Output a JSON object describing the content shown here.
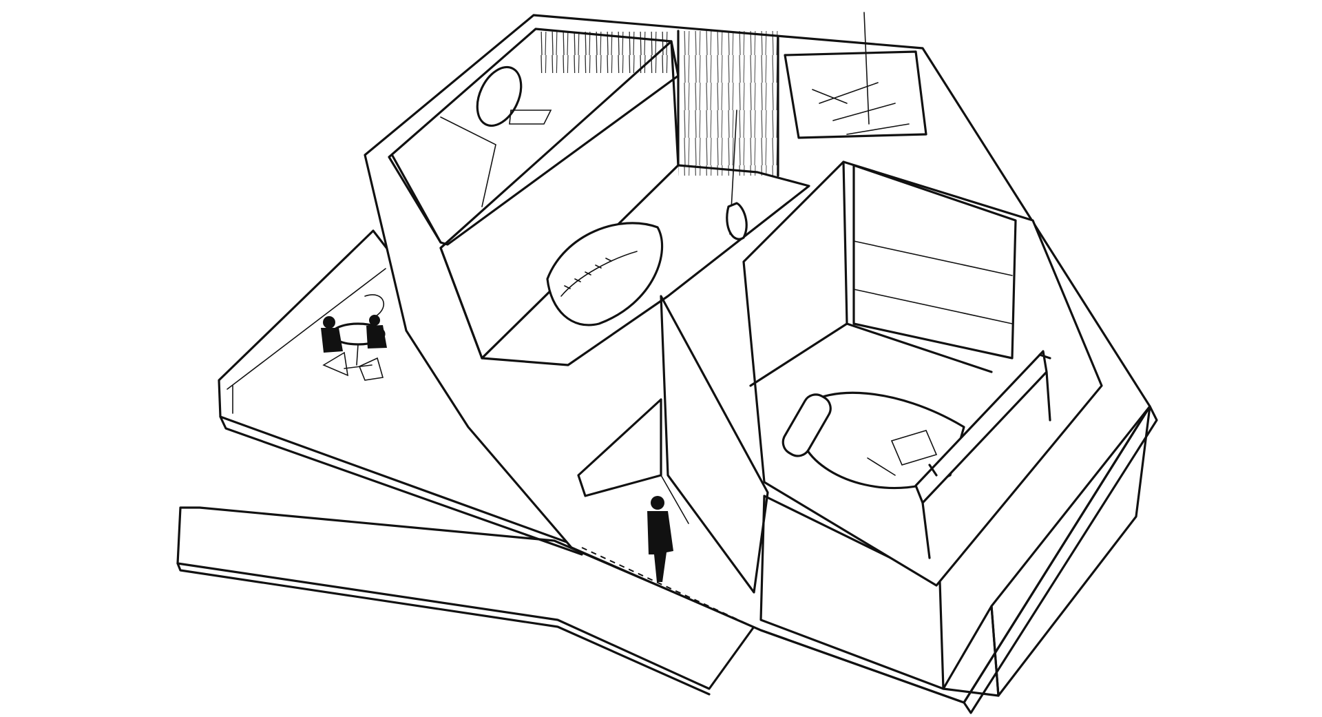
{
  "figure": {
    "kind": "isometric-architectural-sketch",
    "caption": "",
    "ink_color": "#111111",
    "paper_color": "#ffffff",
    "elements": [
      "ramp",
      "terrace",
      "cafe-table",
      "seated-figure",
      "bathroom",
      "bathtub",
      "bookshelf-wall",
      "lounge-room",
      "armchair",
      "pendant-lamp",
      "stair",
      "hatched-entrance-wall",
      "walking-figure",
      "bedroom",
      "bed",
      "wardrobe-wall",
      "glass-partition"
    ]
  }
}
